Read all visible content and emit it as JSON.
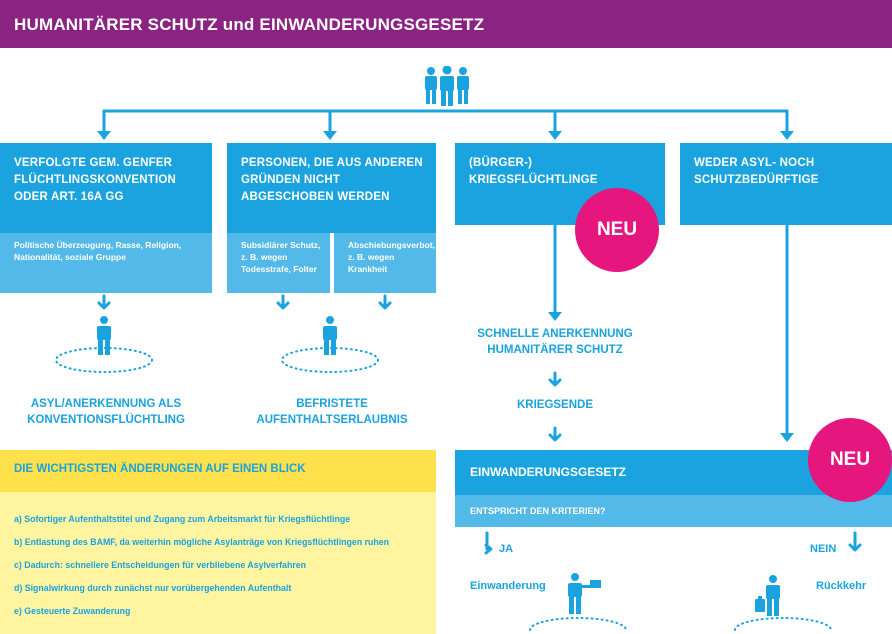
{
  "header": {
    "title": "HUMANITÄRER SCHUTZ und EINWANDERUNGSGESETZ"
  },
  "boxes": {
    "b1": {
      "title": "VERFOLGTE GEM. GENFER FLÜCHTLINGSKONVENTION ODER ART. 16A GG",
      "sub": "Politische Überzeugung, Rasse, Religion, Nationalität, soziale Gruppe"
    },
    "b2": {
      "title": "PERSONEN, DIE AUS ANDEREN GRÜNDEN NICHT ABGESCHOBEN WERDEN",
      "sub_left": "Subsidiärer Schutz, z. B. wegen Todesstrafe, Folter",
      "sub_right": "Abschiebungsverbot, z. B. wegen Krankheit"
    },
    "b3": {
      "title": "(BÜRGER-) KRIEGSFLÜCHTLINGE"
    },
    "b4": {
      "title": "WEDER ASYL- NOCH SCHUTZBEDÜRFTIGE"
    }
  },
  "badges": {
    "neu1": "NEU",
    "neu2": "NEU"
  },
  "outcomes": {
    "asyl": "ASYL/ANERKENNUNG ALS KONVENTIONSFLÜCHTLING",
    "befristet": "BEFRISTETE AUFENTHALTSERLAUBNIS",
    "schnell": "SCHNELLE ANERKENNUNG HUMANITÄRER SCHUTZ",
    "kriegsende": "KRIEGSENDE"
  },
  "changes": {
    "heading": "DIE WICHTIGSTEN ÄNDERUNGEN AUF EINEN BLICK",
    "items": [
      "a) Sofortiger Aufenthaltstitel und Zugang zum Arbeitsmarkt für Kriegsflüchtlinge",
      "b) Entlastung des BAMF, da weiterhin mögliche Asylanträge von Kriegsflüchtlingen ruhen",
      "c) Dadurch: schnellere Entscheidungen für verbliebene Asylverfahren",
      "d) Signalwirkung durch zunächst nur vorübergehenden Aufenthalt",
      "e) Gesteuerte Zuwanderung"
    ]
  },
  "einwanderungsgesetz": {
    "title": "EINWANDERUNGSGESETZ",
    "question": "ENTSPRICHT DEN KRITERIEN?",
    "yes": "JA",
    "no": "NEIN",
    "yes_result": "Einwanderung",
    "no_result": "Rückkehr"
  },
  "colors": {
    "purple": "#8a2381",
    "blue": "#1aa3df",
    "light_blue": "#53b9e8",
    "magenta": "#e5177e",
    "yellow": "#ffe14c",
    "pale_yellow": "#fff4a0"
  },
  "icons": [
    "people-group-icon",
    "person-icon",
    "person-with-sign-icon",
    "person-with-suitcase-icon",
    "arrow-down-icon"
  ]
}
